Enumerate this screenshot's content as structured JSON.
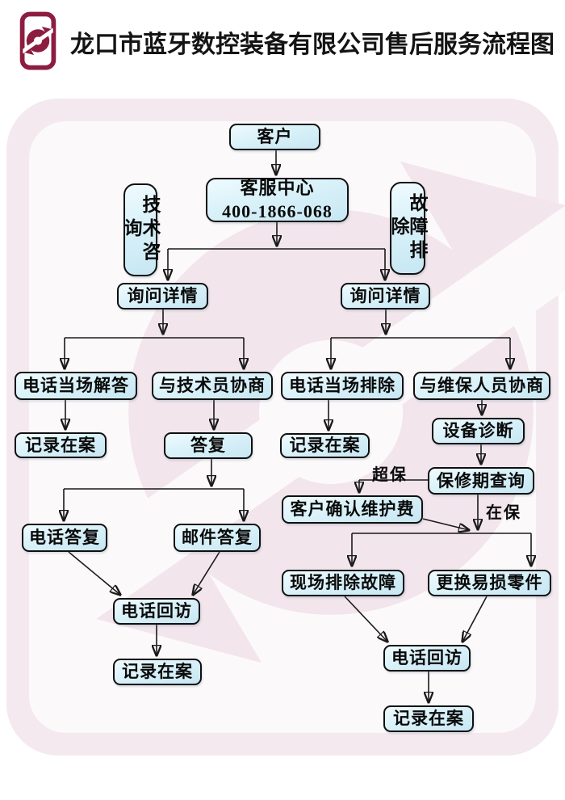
{
  "header": {
    "title": "龙口市蓝牙数控装备有限公司售后服务流程图",
    "logo_name": "company-logo"
  },
  "colors": {
    "brand_maroon": "#8c1d40",
    "canvas_pink": "#f3e9ef",
    "canvas_inner": "#fcf9fa",
    "watermark_pink": "#f2e5ec",
    "node_fill": "#d6eef8",
    "node_border": "#101010",
    "connector": "#1a1a1a"
  },
  "flow": {
    "nodes": {
      "customer": {
        "label": "客户"
      },
      "service_center": {
        "label": "客服中心",
        "phone": "400-1866-068"
      },
      "tech_consult": {
        "label": "技术咨询"
      },
      "fault_clear": {
        "label": "故障排除"
      },
      "ask_left": {
        "label": "询问详情"
      },
      "ask_right": {
        "label": "询问详情"
      },
      "phone_answer": {
        "label": "电话当场解答"
      },
      "tech_negotiate": {
        "label": "与技术员协商"
      },
      "record_a": {
        "label": "记录在案"
      },
      "reply": {
        "label": "答复"
      },
      "phone_reply": {
        "label": "电话答复"
      },
      "mail_reply": {
        "label": "邮件答复"
      },
      "callback_left": {
        "label": "电话回访"
      },
      "record_left": {
        "label": "记录在案"
      },
      "phone_clear": {
        "label": "电话当场排除"
      },
      "maint_negotiate": {
        "label": "与维保人员协商"
      },
      "record_b": {
        "label": "记录在案"
      },
      "device_diag": {
        "label": "设备诊断"
      },
      "warranty_check": {
        "label": "保修期查询"
      },
      "confirm_fee": {
        "label": "客户确认维护费"
      },
      "onsite_fix": {
        "label": "现场排除故障"
      },
      "replace_parts": {
        "label": "更换易损零件"
      },
      "callback_right": {
        "label": "电话回访"
      },
      "record_right": {
        "label": "记录在案"
      }
    },
    "edge_labels": {
      "over_warranty": "超保",
      "in_warranty": "在保"
    }
  }
}
